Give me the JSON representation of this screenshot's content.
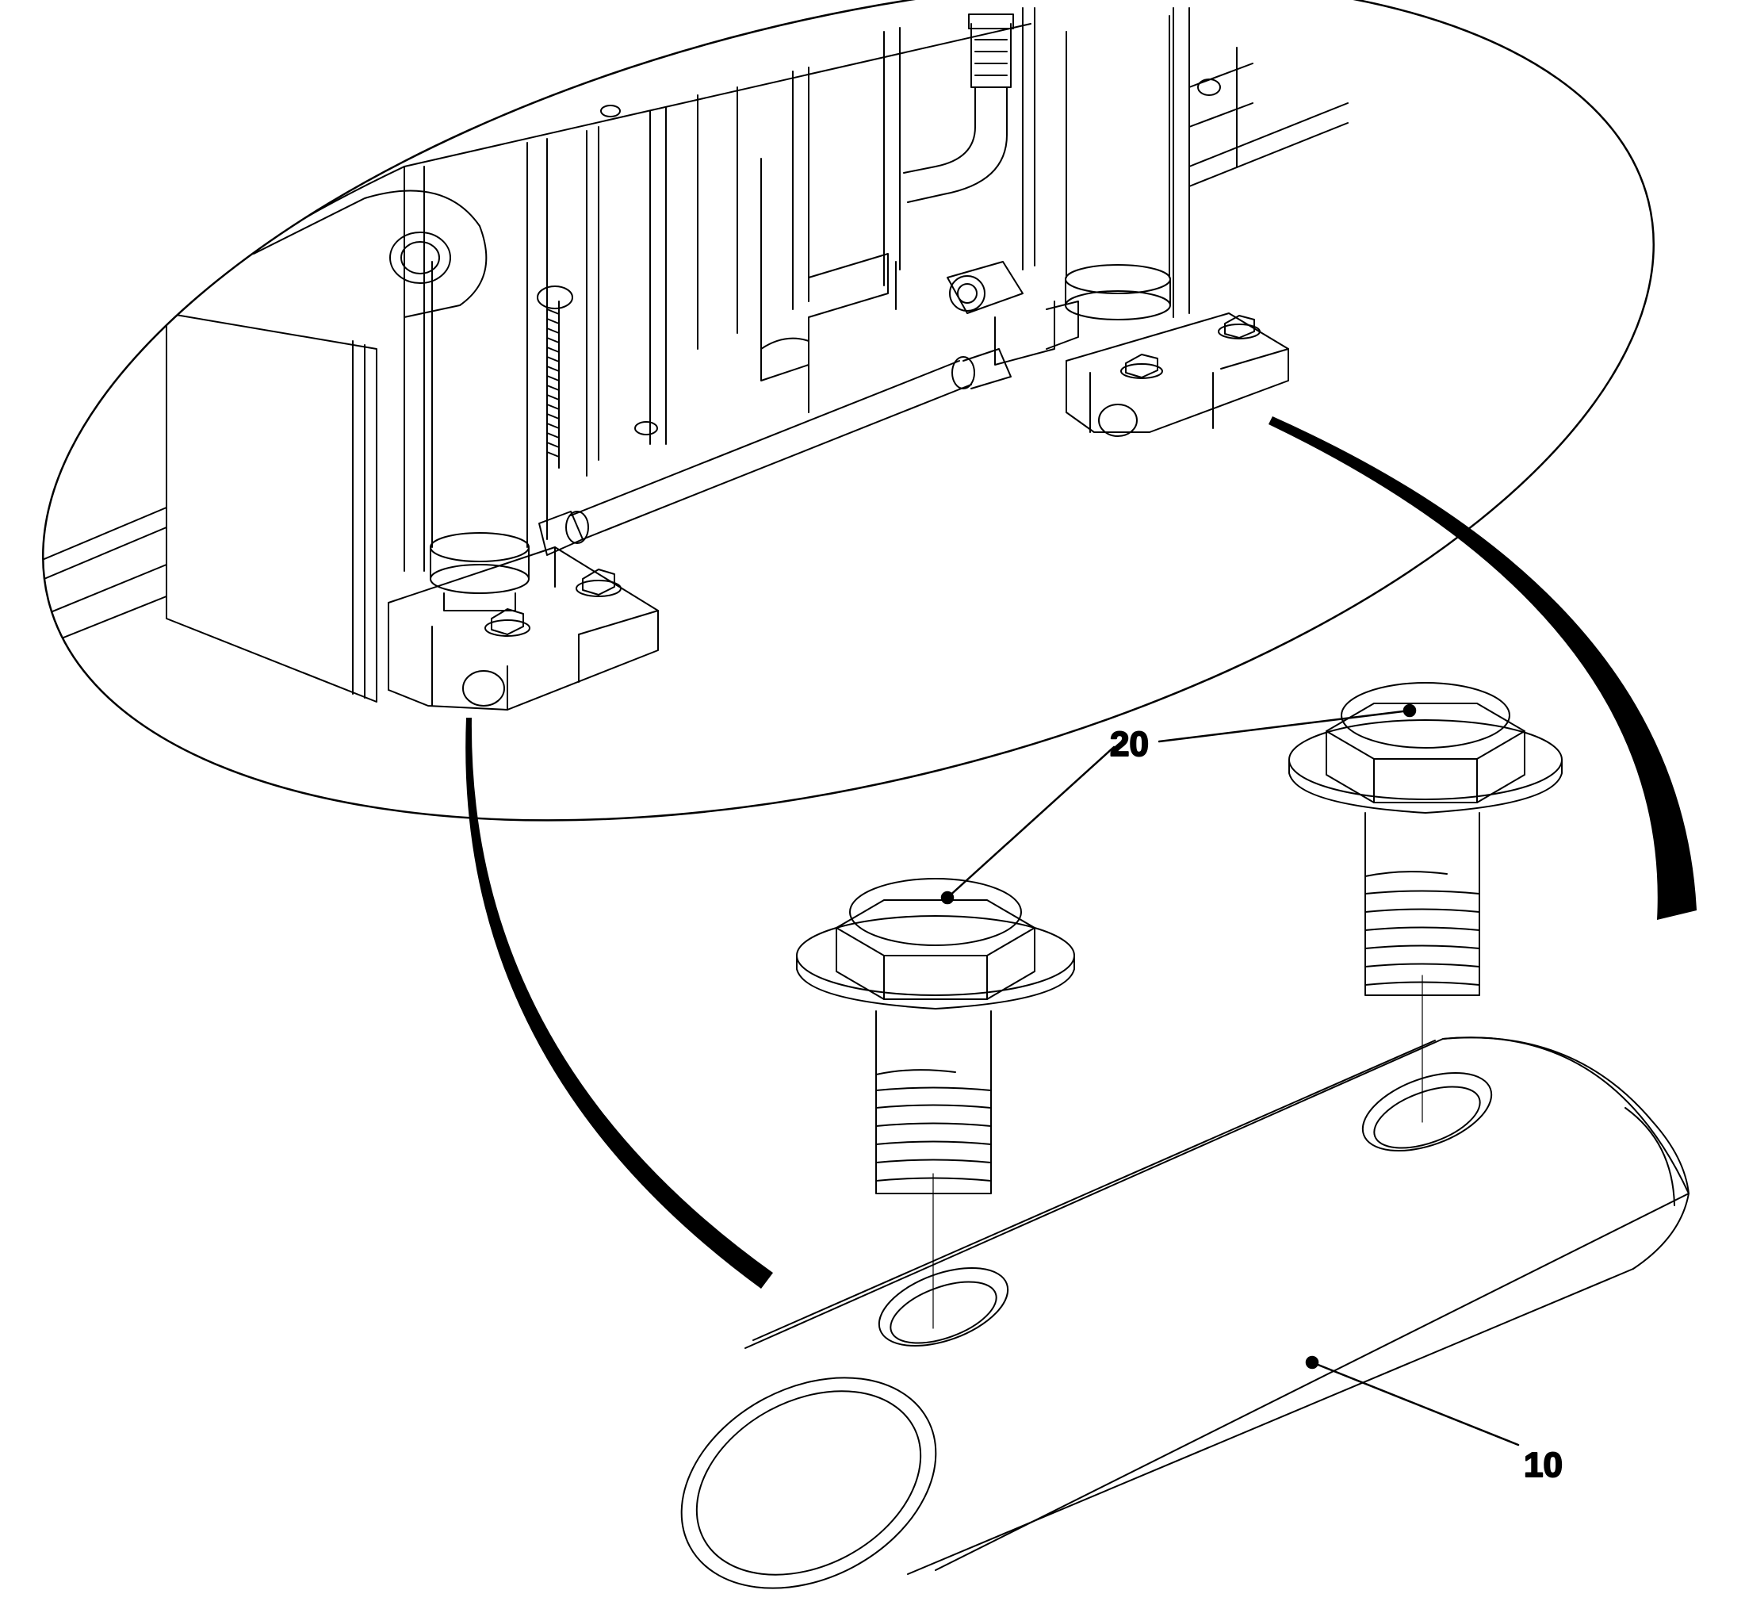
{
  "diagram": {
    "type": "exploded-parts-diagram",
    "line_color": "#000000",
    "background_color": "#ffffff",
    "callouts": [
      {
        "id": "c20",
        "label": "20",
        "part": "flange-hex-bolt"
      },
      {
        "id": "c10",
        "label": "10",
        "part": "cylindrical-pin"
      }
    ]
  }
}
